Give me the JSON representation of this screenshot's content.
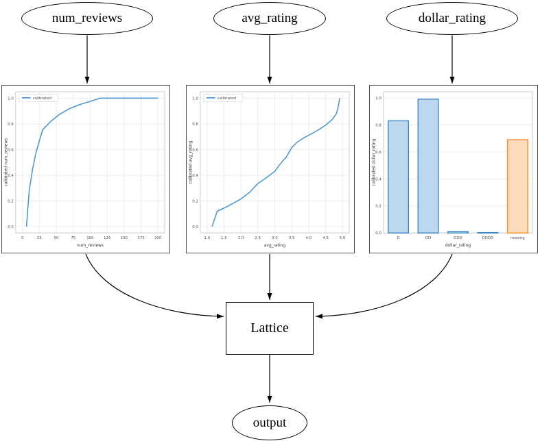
{
  "diagram": {
    "nodes": [
      {
        "id": "num_reviews",
        "label": "num_reviews"
      },
      {
        "id": "avg_rating",
        "label": "avg_rating"
      },
      {
        "id": "dollar_rating",
        "label": "dollar_rating"
      },
      {
        "id": "lattice",
        "label": "Lattice"
      },
      {
        "id": "output",
        "label": "output"
      }
    ]
  },
  "colors": {
    "line_blue": "#4d99d6",
    "bar_blue_edge": "#3b86c6",
    "bar_blue_fill": "#bdd7ec",
    "bar_orange_edge": "#ff8c2a",
    "bar_orange_fill": "#fcdcbb",
    "edge_black": "#000000"
  },
  "chart_data": [
    {
      "type": "line",
      "title": "",
      "xlabel": "num_reviews",
      "ylabel": "calibrated num_reviews",
      "legend": "calibrated",
      "legend_position": "upper left",
      "grid": true,
      "xlim": [
        -10,
        210
      ],
      "ylim": [
        -0.05,
        1.05
      ],
      "xticks": [
        0,
        25,
        50,
        75,
        100,
        125,
        150,
        175,
        200
      ],
      "xtick_labels": [
        "0",
        "25",
        "50",
        "75",
        "100",
        "125",
        "150",
        "175",
        "200"
      ],
      "yticks": [
        0.0,
        0.2,
        0.4,
        0.6,
        0.8,
        1.0
      ],
      "ytick_labels": [
        "0.0",
        "0.2",
        "0.4",
        "0.6",
        "0.8",
        "1.0"
      ],
      "series": [
        {
          "name": "calibrated",
          "color": "#4d99d6",
          "x": [
            6,
            10,
            15,
            20,
            25,
            30,
            42,
            55,
            70,
            85,
            100,
            115,
            200
          ],
          "y": [
            0.0,
            0.28,
            0.45,
            0.575,
            0.67,
            0.755,
            0.82,
            0.875,
            0.92,
            0.95,
            0.975,
            1.0,
            1.0
          ]
        }
      ]
    },
    {
      "type": "line",
      "title": "",
      "xlabel": "avg_rating",
      "ylabel": "calibrated avg_rating",
      "legend": "calibrated",
      "legend_position": "upper left",
      "grid": true,
      "xlim": [
        0.8,
        5.2
      ],
      "ylim": [
        -0.05,
        1.05
      ],
      "xticks": [
        1.0,
        1.5,
        2.0,
        2.5,
        3.0,
        3.5,
        4.0,
        4.5,
        5.0
      ],
      "xtick_labels": [
        "1.0",
        "1.5",
        "2.0",
        "2.5",
        "3.0",
        "3.5",
        "4.0",
        "4.5",
        "5.0"
      ],
      "yticks": [
        0.0,
        0.2,
        0.4,
        0.6,
        0.8,
        1.0
      ],
      "ytick_labels": [
        "0.0",
        "0.2",
        "0.4",
        "0.6",
        "0.8",
        "1.0"
      ],
      "series": [
        {
          "name": "calibrated",
          "color": "#4d99d6",
          "x": [
            1.15,
            1.3,
            1.55,
            1.8,
            2.0,
            2.25,
            2.5,
            2.75,
            3.0,
            3.2,
            3.35,
            3.5,
            3.65,
            3.85,
            4.1,
            4.3,
            4.5,
            4.7,
            4.82,
            4.87,
            4.92
          ],
          "y": [
            0.0,
            0.12,
            0.15,
            0.185,
            0.215,
            0.265,
            0.335,
            0.38,
            0.43,
            0.5,
            0.545,
            0.615,
            0.655,
            0.69,
            0.725,
            0.755,
            0.79,
            0.835,
            0.88,
            0.93,
            1.0
          ]
        }
      ]
    },
    {
      "type": "bar",
      "title": "",
      "xlabel": "dollar_rating",
      "ylabel": "calibrated dollar_rating",
      "grid": true,
      "ylim": [
        0,
        1.045
      ],
      "categories": [
        "D",
        "DD",
        "DDD",
        "DDDD",
        "missing"
      ],
      "values": [
        0.83,
        0.99,
        0.01,
        0.003,
        0.69
      ],
      "yticks": [
        0.0,
        0.2,
        0.4,
        0.6,
        0.8,
        1.0
      ],
      "ytick_labels": [
        "0.0",
        "0.2",
        "0.4",
        "0.6",
        "0.8",
        "1.0"
      ],
      "styles": [
        {
          "fill": "#bdd7ec",
          "edge": "#3b86c6"
        },
        {
          "fill": "#bdd7ec",
          "edge": "#3b86c6"
        },
        {
          "fill": "#bdd7ec",
          "edge": "#3b86c6"
        },
        {
          "fill": "#bdd7ec",
          "edge": "#3b86c6"
        },
        {
          "fill": "#fcdcbb",
          "edge": "#ff8c2a"
        }
      ]
    }
  ]
}
